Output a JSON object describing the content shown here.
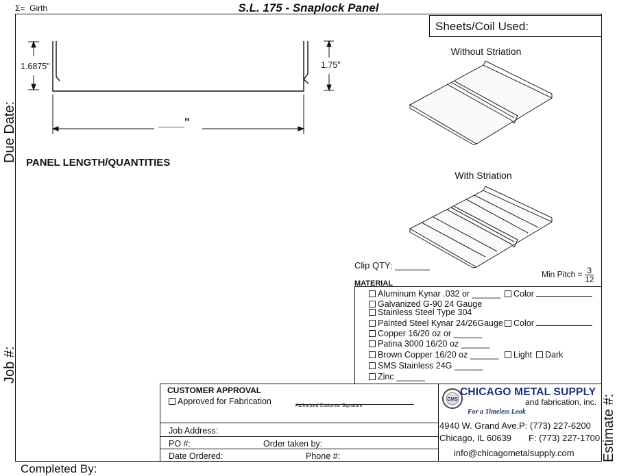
{
  "header": {
    "girth_symbol": "Σ=",
    "girth_label": "Girth",
    "title": "S.L. 175 - Snaplock Panel"
  },
  "side_labels": {
    "due_date": "Due Date:",
    "job": "Job #:",
    "estimate": "Estimate #:"
  },
  "footer": {
    "completed_by": "Completed By:"
  },
  "sheets_coil": "Sheets/Coil Used:",
  "profile": {
    "left_height": "1.6875\"",
    "right_height": "1.75\"",
    "width_blank": "____\""
  },
  "panel_heading": "PANEL LENGTH/QUANTITIES",
  "images": {
    "without_striation": "Without Striation",
    "with_striation": "With Striation"
  },
  "clip_qty": "Clip QTY: _______",
  "min_pitch": {
    "label": "Min Pitch =",
    "num": "3",
    "den": "12"
  },
  "material": {
    "heading": "MATERIAL",
    "items": [
      {
        "text": "Aluminum Kynar .032 or ______",
        "extra": "Color"
      },
      {
        "text": "Galvanized G-90 24 Gauge"
      },
      {
        "text": "Stainless Steel Type 304"
      },
      {
        "text": "Painted Steel Kynar 24/26Gauge",
        "extra": "Color"
      },
      {
        "text": "Copper 16/20 oz or ______"
      },
      {
        "text": "Patina 3000 16/20 oz ______"
      },
      {
        "text": "Brown Copper 16/20 oz ______",
        "extra": "Light",
        "extra2": "Dark"
      },
      {
        "text": "SMS Stainless 24G ______"
      },
      {
        "text": "Zinc ______"
      }
    ]
  },
  "customer": {
    "heading": "CUSTOMER APPROVAL",
    "approved": "Approved for Fabrication",
    "signature": "Authorized Customer Signature",
    "job_address": "Job Address:",
    "po": "PO #:",
    "order_taken": "Order taken by:",
    "date_ordered": "Date Ordered:",
    "phone": "Phone #:"
  },
  "company": {
    "name": "CHICAGO METAL SUPPLY",
    "sub": "and fabrication, inc.",
    "tagline": "For a Timeless Look",
    "seal": "CMS",
    "address1": "4940 W. Grand Ave.",
    "address2": "Chicago, IL 60639",
    "phone": "P: (773) 227-6200",
    "fax": "F: (773) 227-1700",
    "email": "info@chicagometalsupply.com",
    "brand_color": "#1c2f7a"
  }
}
